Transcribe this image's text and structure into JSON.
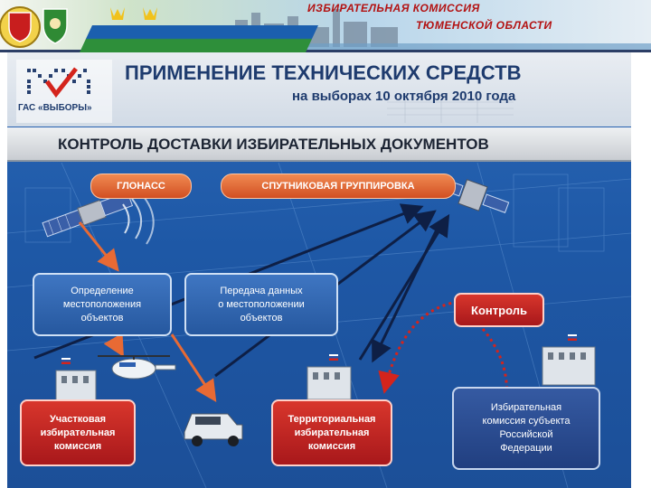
{
  "header": {
    "title_line1": "ИЗБИРАТЕЛЬНАЯ КОМИССИЯ",
    "title_line2": "ТЮМЕНСКОЙ ОБЛАСТИ"
  },
  "slide": {
    "logo_text": "ГАС «ВЫБОРЫ»",
    "title": "ПРИМЕНЕНИЕ ТЕХНИЧЕСКИХ СРЕДСТВ",
    "subtitle": "на выборах 10 октября 2010 года",
    "section_title": "КОНТРОЛЬ ДОСТАВКИ ИЗБИРАТЕЛЬНЫХ ДОКУМЕНТОВ"
  },
  "labels": {
    "glonass": "ГЛОНАСС",
    "satellite_group": "СПУТНИКОВАЯ ГРУППИРОВКА",
    "control": "Контроль",
    "positioning_l1": "Определение",
    "positioning_l2": "местоположения",
    "positioning_l3": "объектов",
    "transfer_l1": "Передача данных",
    "transfer_l2": "о местоположении",
    "transfer_l3": "объектов",
    "precinct_l1": "Участковая",
    "precinct_l2": "избирательная",
    "precinct_l3": "комиссия",
    "territorial_l1": "Территориальная",
    "territorial_l2": "избирательная",
    "territorial_l3": "комиссия",
    "subject_l1": "Избирательная",
    "subject_l2": "комиссия субъекта",
    "subject_l3": "Российской",
    "subject_l4": "Федерации"
  },
  "colors": {
    "accent_red": "#b31212",
    "pill_orange": "#e06a35",
    "panel_blue": "#2a67b6",
    "box_red": "#c8261f"
  }
}
